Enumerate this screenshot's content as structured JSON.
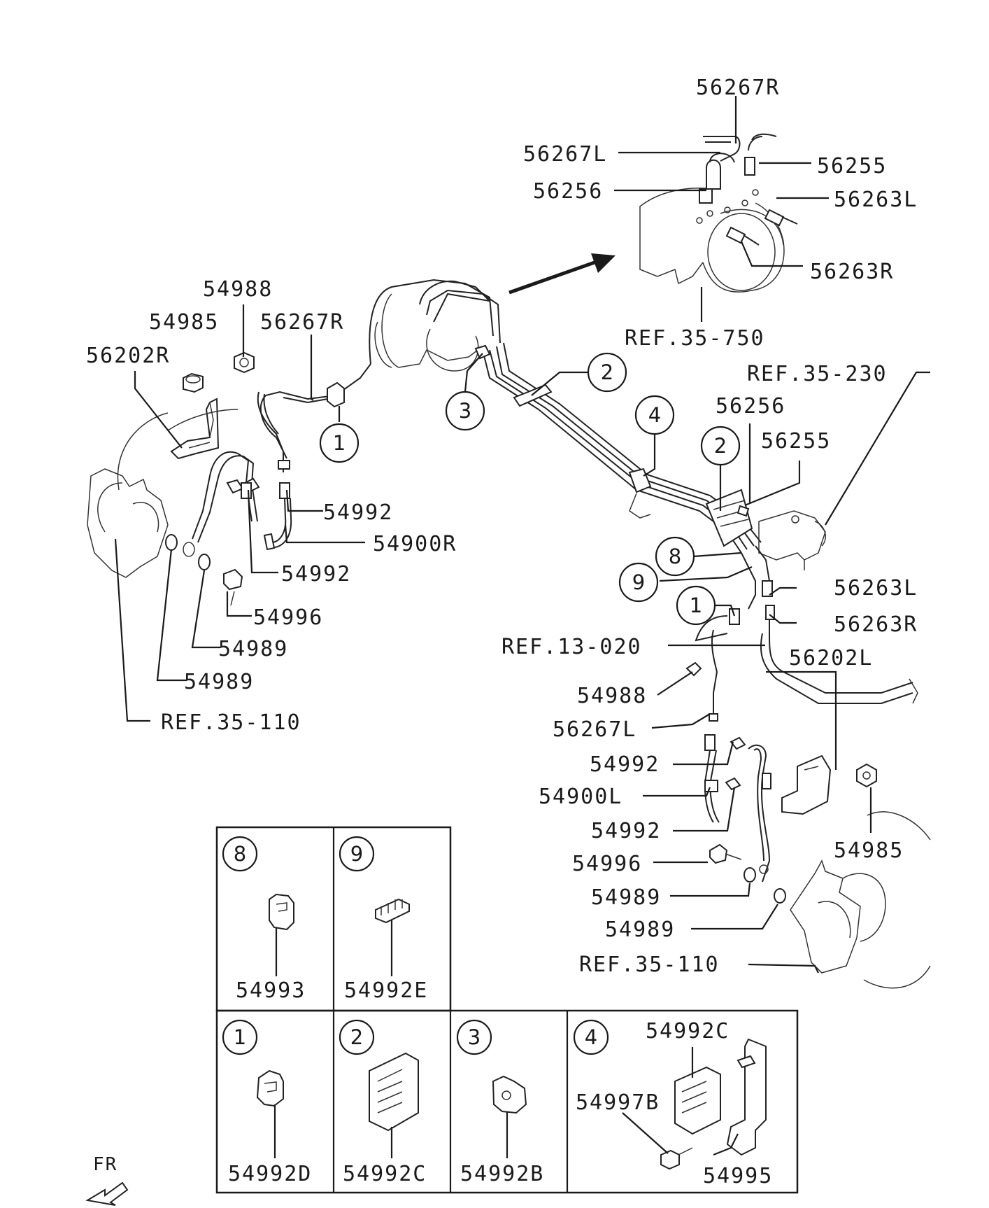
{
  "diagram": {
    "labels": {
      "top_56267R": "56267R",
      "top_56267L": "56267L",
      "top_56255": "56255",
      "top_56256": "56256",
      "top_56263L": "56263L",
      "top_56263R": "56263R",
      "ref_35_750": "REF.35-750",
      "l_54988": "54988",
      "l_54985": "54985",
      "l_56267R": "56267R",
      "l_56202R": "56202R",
      "l_54992a": "54992",
      "l_54900R": "54900R",
      "l_54992b": "54992",
      "l_54996": "54996",
      "l_54989a": "54989",
      "l_54989b": "54989",
      "l_ref_35_110": "REF.35-110",
      "ref_35_230": "REF.35-230",
      "r_56256": "56256",
      "r_56255": "56255",
      "r_56263L": "56263L",
      "r_56263R": "56263R",
      "ref_13_020": "REF.13-020",
      "r_56202L": "56202L",
      "r_54988": "54988",
      "r_56267L": "56267L",
      "r_54992a": "54992",
      "r_54900L": "54900L",
      "r_54992b": "54992",
      "r_54985": "54985",
      "r_54996": "54996",
      "r_54989a": "54989",
      "r_54989b": "54989",
      "r_ref_35_110": "REF.35-110",
      "fr": "FR"
    },
    "callouts": {
      "c1_left": "1",
      "c3": "3",
      "c2_top": "2",
      "c4": "4",
      "c2_mid": "2",
      "c8": "8",
      "c9": "9",
      "c1_right": "1"
    },
    "inset_panels": [
      {
        "id": "8",
        "part": "54993"
      },
      {
        "id": "9",
        "part": "54992E"
      },
      {
        "id": "1",
        "part": "54992D"
      },
      {
        "id": "2",
        "part": "54992C"
      },
      {
        "id": "3",
        "part": "54992B"
      },
      {
        "id": "4",
        "parts": [
          "54992C",
          "54997B",
          "54995"
        ]
      }
    ]
  }
}
